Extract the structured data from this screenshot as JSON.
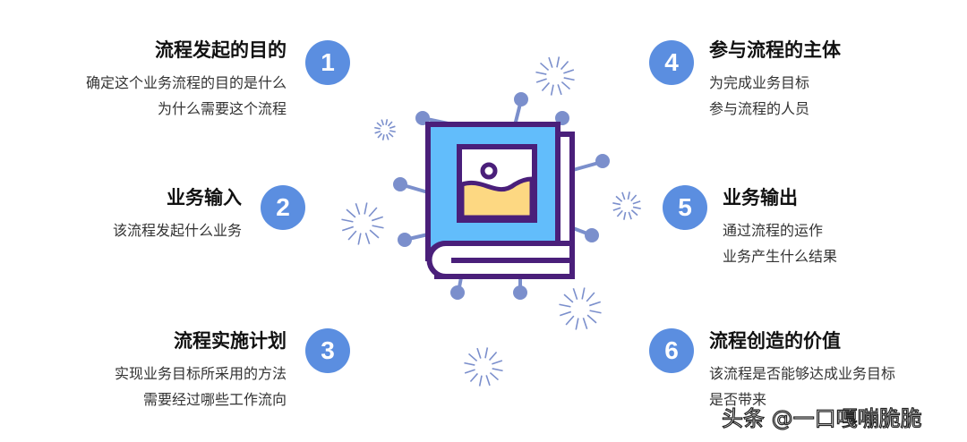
{
  "items": [
    {
      "num": "1",
      "title": "流程发起的目的",
      "lines": [
        "确定这个业务流程的目的是什么",
        "为什么需要这个流程"
      ]
    },
    {
      "num": "2",
      "title": "业务输入",
      "lines": [
        "该流程发起什么业务"
      ]
    },
    {
      "num": "3",
      "title": "流程实施计划",
      "lines": [
        "实现业务目标所采用的方法",
        "需要经过哪些工作流向"
      ]
    },
    {
      "num": "4",
      "title": "参与流程的主体",
      "lines": [
        "为完成业务目标",
        "参与流程的人员"
      ]
    },
    {
      "num": "5",
      "title": "业务输出",
      "lines": [
        "通过流程的运作",
        "业务产生什么结果"
      ]
    },
    {
      "num": "6",
      "title": "流程创造的价值",
      "lines": [
        "该流程是否能够达成业务目标",
        "是否带来"
      ]
    }
  ],
  "watermark": "头条 @一口嘎嘣脆脆",
  "colors": {
    "badge": "#5b8ee0",
    "book_cover": "#62bdfb",
    "book_outline": "#4a1f7a",
    "picture_fill": "#fdd882",
    "spokes": "#7b8fcc"
  }
}
